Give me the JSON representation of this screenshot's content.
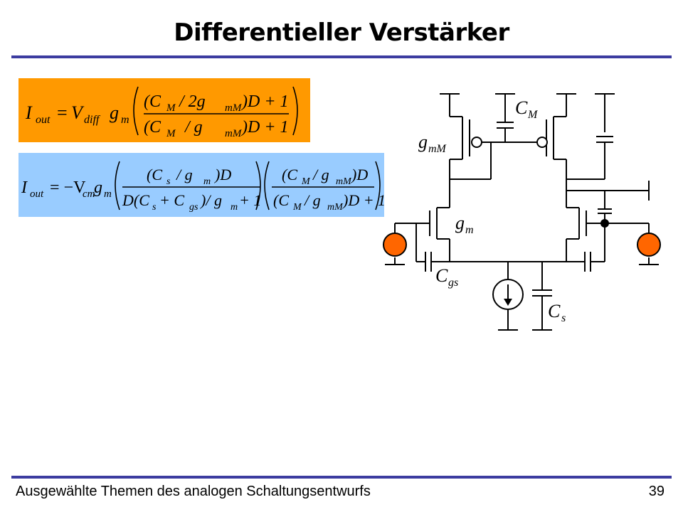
{
  "slide": {
    "title": "Differentieller Verstärker",
    "footer_text": "Ausgewählte Themen des analogen Schaltungsentwurfs",
    "page_number": "39"
  },
  "equations": {
    "eq1": {
      "lhs_I": "I",
      "lhs_sub": "out",
      "eq": "=",
      "V": "V",
      "V_sub": "diff",
      "g": "g",
      "g_sub": "m",
      "num_open": "(C",
      "num_C_sub": "M",
      "num_mid": "/ 2g",
      "num_g_sub": "mM",
      "num_close": ")D + 1",
      "den_open": "(C",
      "den_C_sub": "M",
      "den_mid": "/ g",
      "den_g_sub": "mM",
      "den_close": ")D + 1"
    },
    "eq2": {
      "lhs_I": "I",
      "lhs_sub": "out",
      "eq": "= −V",
      "V_sub": "cm",
      "g": "g",
      "g_sub": "m",
      "f1_num": "(C",
      "f1_num_sub": "s",
      "f1_num_mid": "/ g",
      "f1_num_g_sub": "m",
      "f1_num_close": ")D",
      "f1_den_a": "D(C",
      "f1_den_sub1": "s",
      "f1_den_b": "+ C",
      "f1_den_sub2": "gs",
      "f1_den_c": ")/ g",
      "f1_den_sub3": "m",
      "f1_den_d": "+ 1",
      "f2_num": "(C",
      "f2_num_sub": "M",
      "f2_num_mid": "/ g",
      "f2_num_g_sub": "mM",
      "f2_num_close": ")D",
      "f2_den": "(C",
      "f2_den_sub": "M",
      "f2_den_mid": "/ g",
      "f2_den_g_sub": "mM",
      "f2_den_close": ")D + 1"
    }
  },
  "circuit": {
    "label_CM": "C",
    "label_CM_sub": "M",
    "label_gmM": "g",
    "label_gmM_sub": "mM",
    "label_gm": "g",
    "label_gm_sub": "m",
    "label_Cgs": "C",
    "label_Cgs_sub": "gs",
    "label_Cs": "C",
    "label_Cs_sub": "s",
    "source_color": "#ff6600",
    "wire_color": "#000000"
  },
  "colors": {
    "orange_box": "#ff9900",
    "blue_box": "#99ccff",
    "rule": "#3c3ca0"
  }
}
